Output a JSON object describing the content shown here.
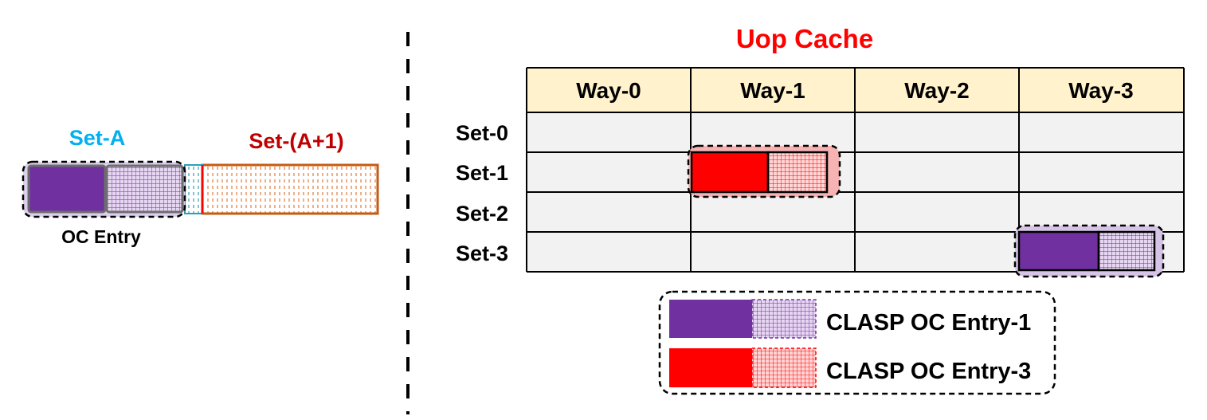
{
  "left": {
    "set_a_label": "Set-A",
    "set_a1_label": "Set-(A+1)",
    "entry_label": "OC Entry"
  },
  "cache": {
    "title": "Uop Cache",
    "ways": [
      "Way-0",
      "Way-1",
      "Way-2",
      "Way-3"
    ],
    "sets": [
      "Set-0",
      "Set-1",
      "Set-2",
      "Set-3"
    ]
  },
  "legend": {
    "items": [
      {
        "label": "CLASP OC Entry-1",
        "color": "#7030a0"
      },
      {
        "label": "CLASP OC Entry-3",
        "color": "#ff0000"
      }
    ]
  },
  "colors": {
    "title": "#ff0000",
    "set_a": "#00b0f0",
    "set_a1": "#c00000",
    "header_fill": "#fff2cc",
    "cell_fill": "#f2f2f2",
    "purple": "#7030a0",
    "purple_light": "#d9c3ea",
    "red": "#ff0000",
    "orange": "#c55a11"
  },
  "icons": [
    "hatched-pattern-icon",
    "grid-pattern-icon"
  ]
}
